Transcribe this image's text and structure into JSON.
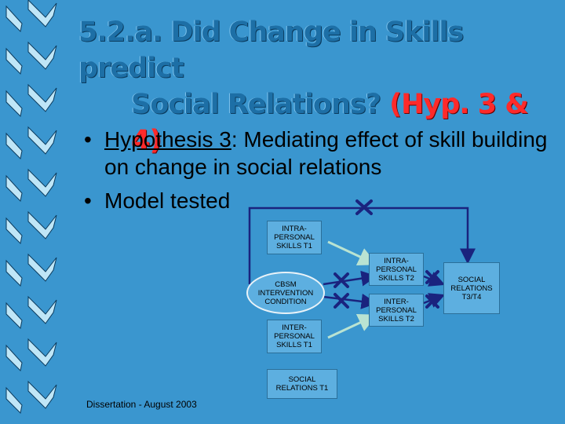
{
  "title": {
    "line1": "5.2.a. Did Change in Skills predict",
    "line2": "Social Relations?",
    "hyp": "(Hyp. 3 & 4)"
  },
  "bullets": [
    {
      "marker": "•",
      "label": "Hypothesis 3",
      "colon": ":",
      "text": " Mediating effect of skill building on change in social relations"
    },
    {
      "marker": "•",
      "text": "Model tested"
    }
  ],
  "diagram": {
    "nodes": {
      "intra_t1": "INTRA-\nPERSONAL\nSKILLS T1",
      "cbsm": "CBSM\nINTERVENTION\nCONDITION",
      "intra_t2": "INTRA-\nPERSONAL\nSKILLS T2",
      "inter_t2": "INTER-\nPERSONAL\nSKILLS T2",
      "social_t3t4": "SOCIAL\nRELATIONS\nT3/T4",
      "inter_t1": "INTER-\nPERSONAL\nSKILLS T1",
      "social_t1": "SOCIAL\nRELATIONS T1"
    },
    "colors": {
      "arrow": "#1a237e",
      "ok_arrow": "#b9e3d2",
      "cross": "#1a237e",
      "node_fill": "#5dafe0"
    }
  },
  "footer": "Dissertation - August 2003"
}
